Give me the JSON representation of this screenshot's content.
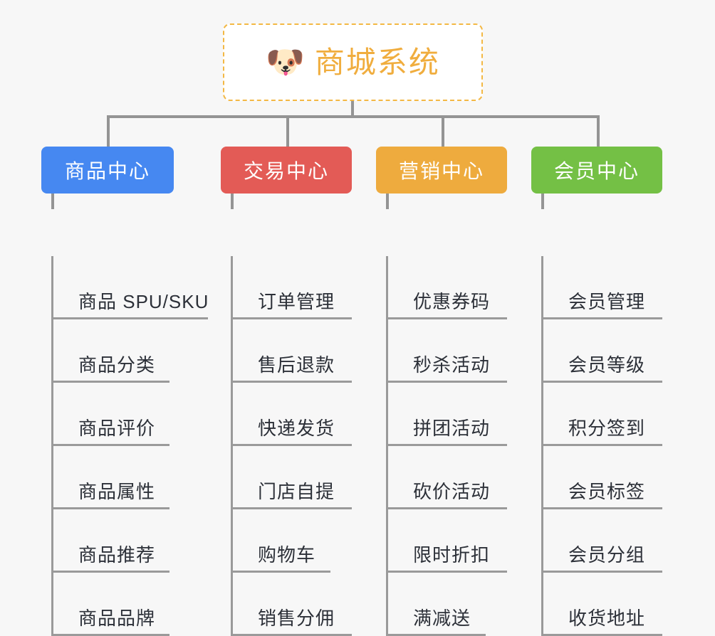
{
  "root": {
    "title": "商城系统",
    "icon": "dog-face-icon",
    "icon_glyph": "🐶",
    "border_color": "#f3b844",
    "text_color": "#f0ad3e"
  },
  "connector_color": "#949494",
  "background_color": "#f7f7f7",
  "columns": [
    {
      "label": "商品中心",
      "color": "#4688f1",
      "items": [
        "商品 SPU/SKU",
        "商品分类",
        "商品评价",
        "商品属性",
        "商品推荐",
        "商品品牌"
      ]
    },
    {
      "label": "交易中心",
      "color": "#e35b56",
      "items": [
        "订单管理",
        "售后退款",
        "快递发货",
        "门店自提",
        "购物车",
        "销售分佣"
      ]
    },
    {
      "label": "营销中心",
      "color": "#eeab3e",
      "items": [
        "优惠券码",
        "秒杀活动",
        "拼团活动",
        "砍价活动",
        "限时折扣",
        "满减送"
      ]
    },
    {
      "label": "会员中心",
      "color": "#74c045",
      "items": [
        "会员管理",
        "会员等级",
        "积分签到",
        "会员标签",
        "会员分组",
        "收货地址"
      ]
    }
  ]
}
